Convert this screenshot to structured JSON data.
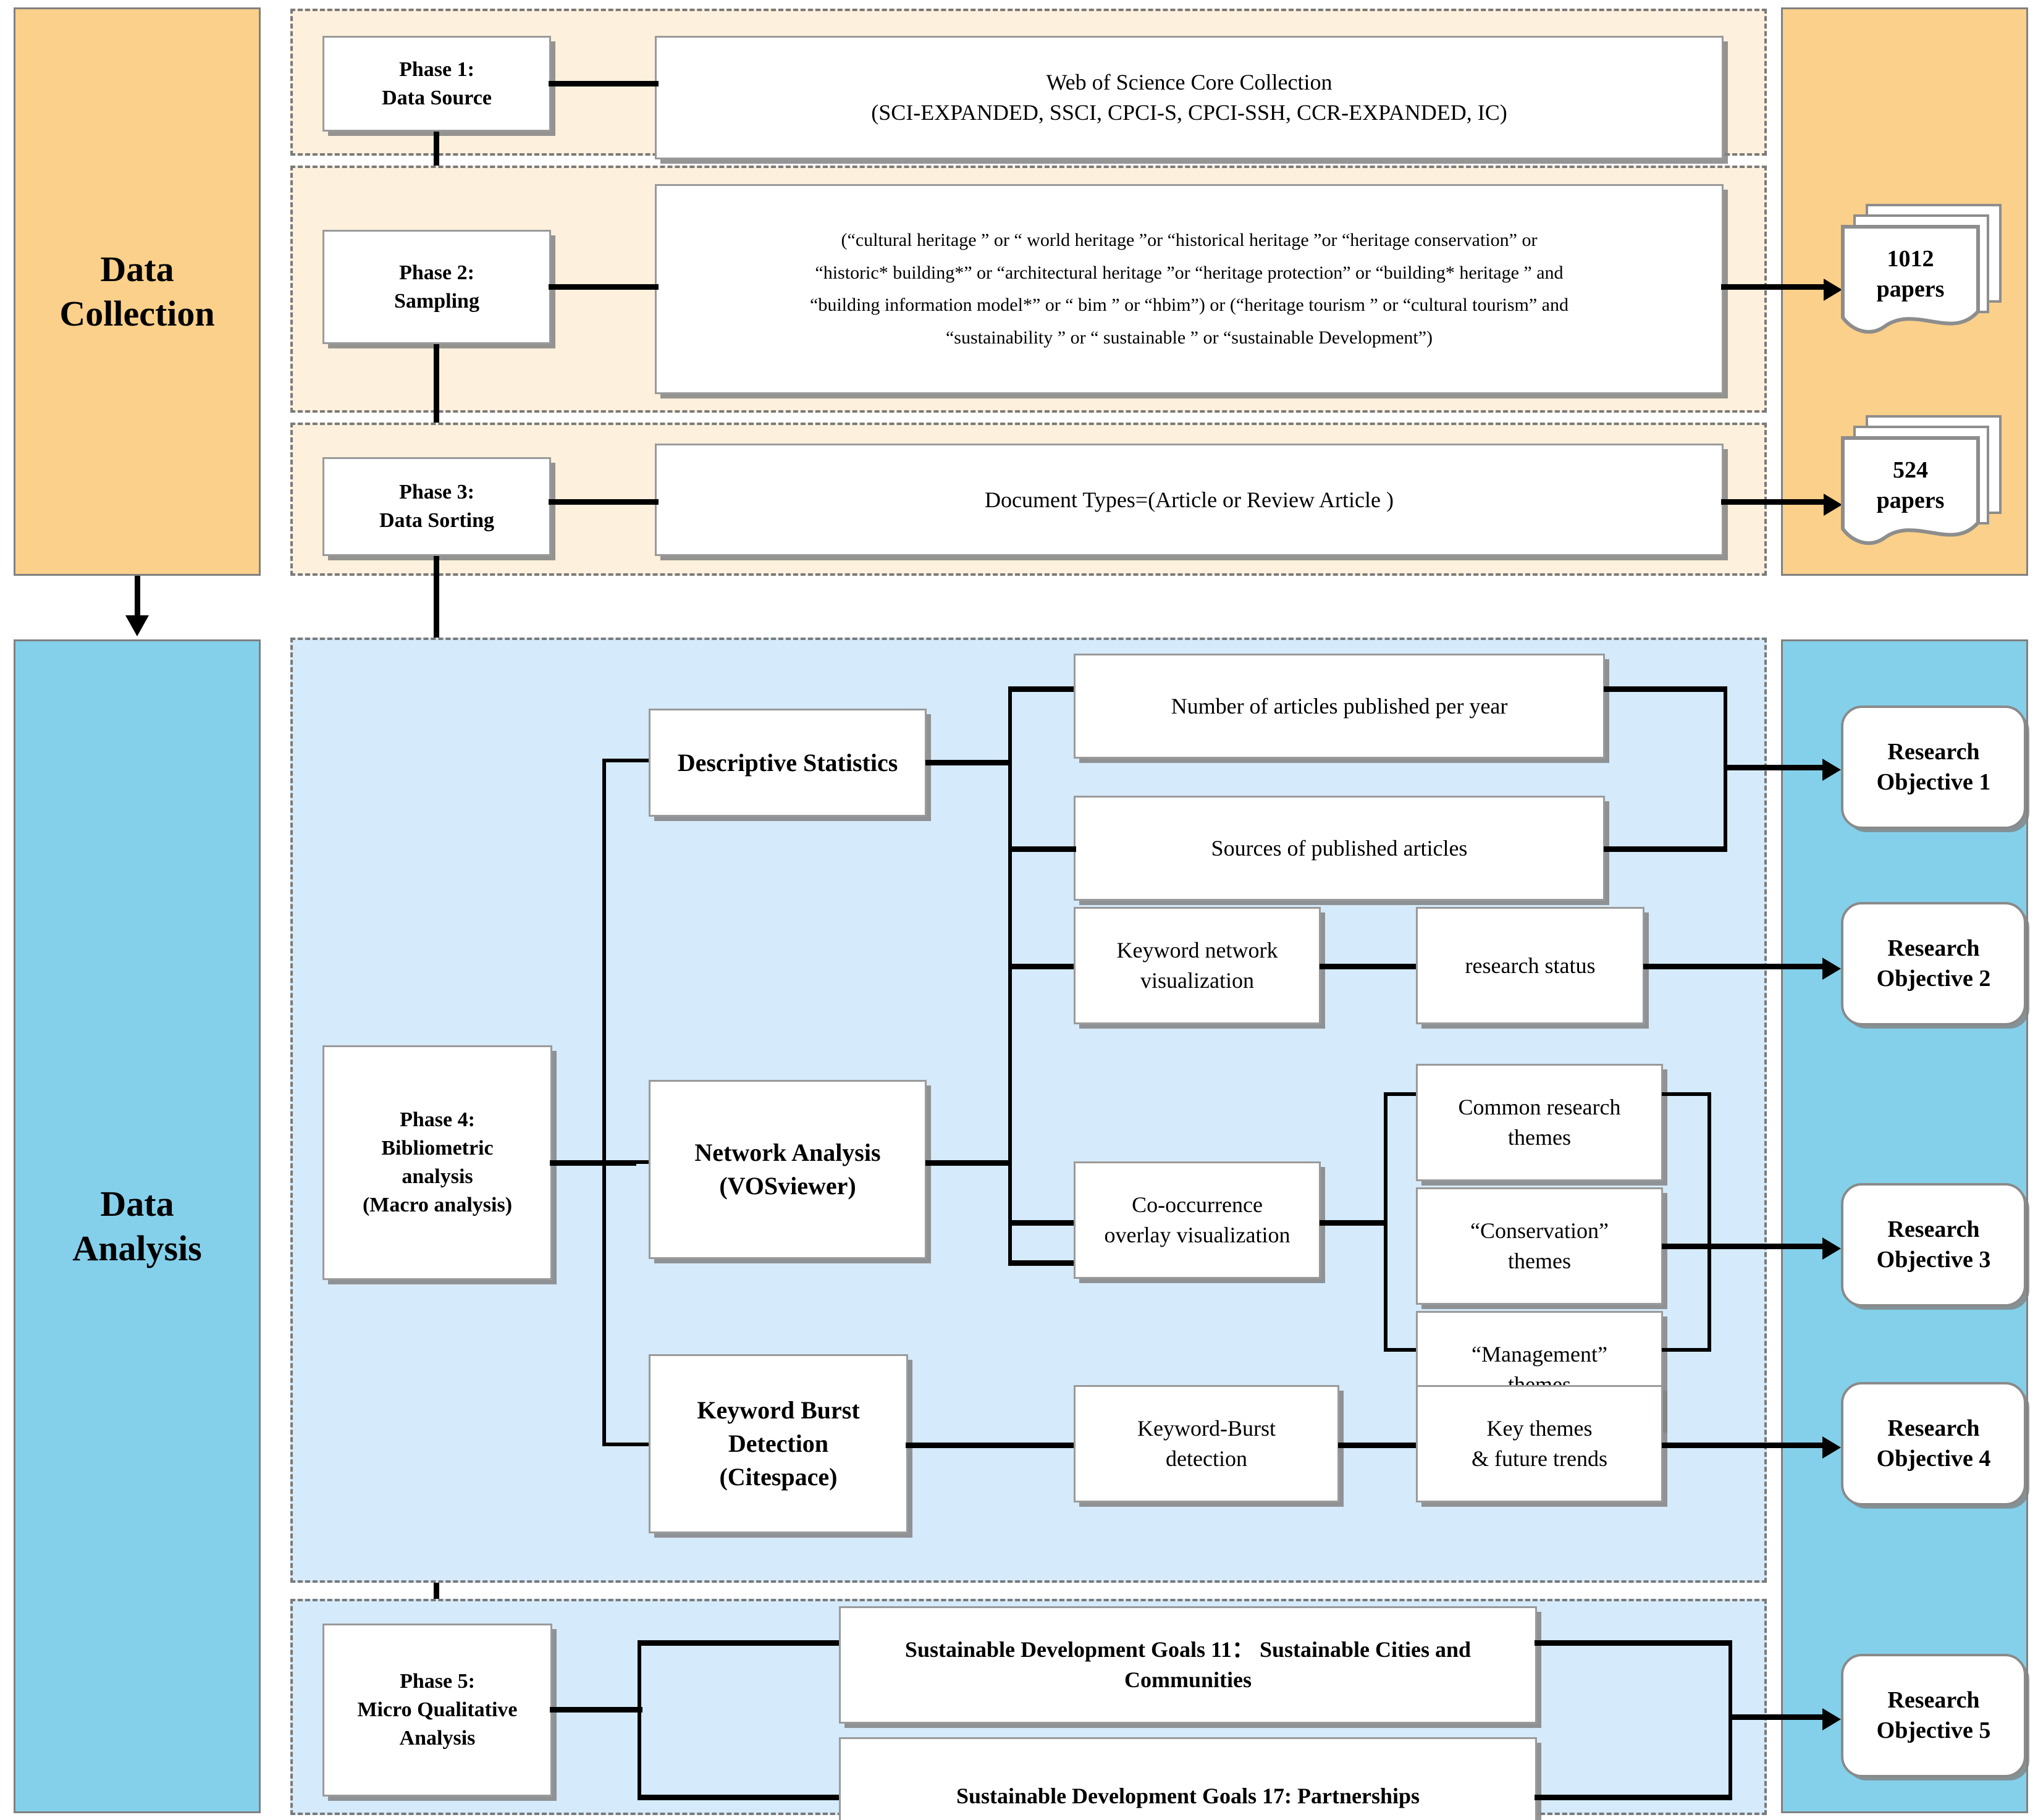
{
  "colors": {
    "collection_panel": "#FBD08A",
    "collection_group": "#FDF0DC",
    "analysis_panel": "#84D0EA",
    "analysis_group": "#D5EAFA",
    "border_gray": "#9a9a9a",
    "dash_gray": "#7a7a7a",
    "line_black": "#000000"
  },
  "sidebars": {
    "left": [
      {
        "label": "Data\nCollection",
        "name": "data-collection"
      },
      {
        "label": "Data\nAnalysis",
        "name": "data-analysis"
      }
    ]
  },
  "phases": {
    "phase1": {
      "title": "Phase 1:",
      "subtitle": "Data Source"
    },
    "phase2": {
      "title": "Phase 2:",
      "subtitle": "Sampling"
    },
    "phase3": {
      "title": "Phase 3:",
      "subtitle": "Data Sorting"
    },
    "phase4": {
      "title": "Phase 4:",
      "line2": "Bibliometric",
      "line3": "analysis",
      "line4": "(Macro analysis)"
    },
    "phase5": {
      "title": "Phase 5:",
      "line2": "Micro Qualitative",
      "line3": "Analysis"
    }
  },
  "detail_boxes": {
    "data_source": {
      "line1": "Web of Science Core Collection",
      "line2": "(SCI-EXPANDED, SSCI, CPCI-S, CPCI-SSH, CCR-EXPANDED, IC)"
    },
    "sampling_query": {
      "line1": "(“cultural heritage ” or “ world heritage ”or “historical heritage ”or “heritage conservation” or",
      "line2": "“historic* building*” or “architectural heritage ”or “heritage protection” or “building* heritage ” and",
      "line3": "“building information model*” or “ bim ” or “hbim”) or (“heritage tourism ” or “cultural tourism” and",
      "line4": "“sustainability ” or “ sustainable ” or “sustainable Development”)"
    },
    "data_sorting": {
      "line1": "Document Types=(Article or Review Article )"
    }
  },
  "papers": [
    {
      "count": "1012",
      "unit": "papers",
      "name": "papers-1012"
    },
    {
      "count": "524",
      "unit": "papers",
      "name": "papers-524"
    }
  ],
  "analysis": {
    "descriptive_statistics": "Descriptive Statistics",
    "network_analysis": {
      "line1": "Network Analysis",
      "line2": "(VOSviewer)"
    },
    "keyword_burst": {
      "line1": "Keyword Burst",
      "line2": "Detection",
      "line3": "(Citespace)"
    },
    "articles_per_year": "Number of articles published per year",
    "sources_of_articles": "Sources of published articles",
    "keyword_network_vis": {
      "line1": "Keyword network",
      "line2": "visualization"
    },
    "research_status": "research status",
    "cooccurrence_overlay": {
      "line1": "Co-occurrence",
      "line2": "overlay visualization"
    },
    "common_research_themes": {
      "line1": "Common research",
      "line2": "themes"
    },
    "conservation_themes": {
      "line1": "“Conservation”",
      "line2": "themes"
    },
    "management_themes": {
      "line1": "“Management”",
      "line2": "themes"
    },
    "keyword_burst_detection": {
      "line1": "Keyword-Burst",
      "line2": "detection"
    },
    "key_themes_future": {
      "line1": "Key themes",
      "line2": "& future trends"
    },
    "sdg11": {
      "line1": "Sustainable Development Goals 11： Sustainable Cities and",
      "line2": "Communities"
    },
    "sdg17": {
      "line1": "Sustainable Development Goals 17: Partnerships"
    }
  },
  "objectives": [
    {
      "line1": "Research",
      "line2": "Objective 1",
      "name": "research-objective-1"
    },
    {
      "line1": "Research",
      "line2": "Objective 2",
      "name": "research-objective-2"
    },
    {
      "line1": "Research",
      "line2": "Objective 3",
      "name": "research-objective-3"
    },
    {
      "line1": "Research",
      "line2": "Objective 4",
      "name": "research-objective-4"
    },
    {
      "line1": "Research",
      "line2": "Objective 5",
      "name": "research-objective-5"
    }
  ]
}
